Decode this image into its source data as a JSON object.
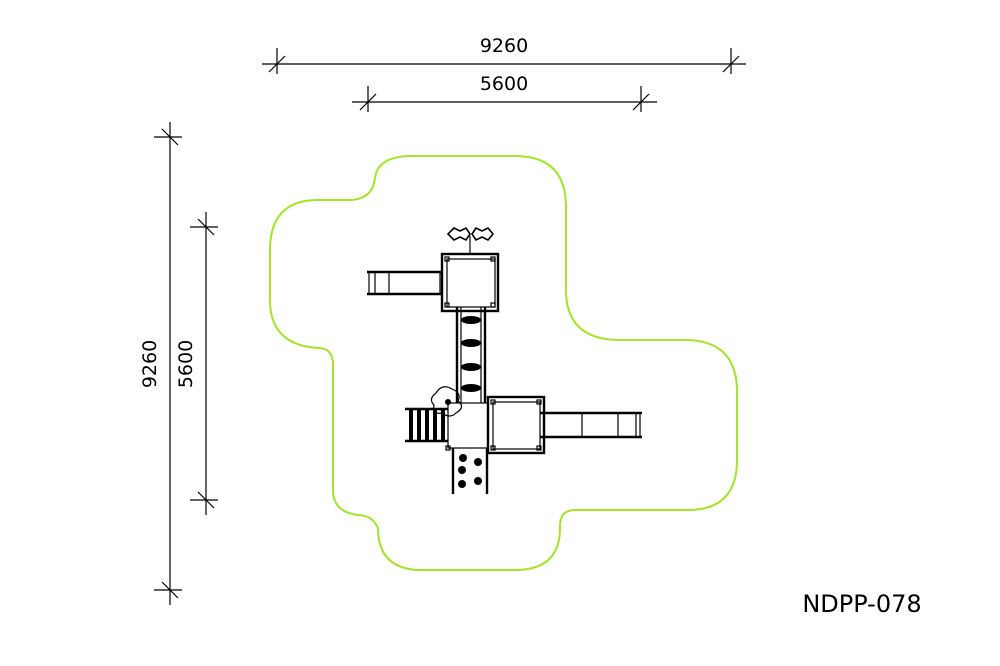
{
  "drawing": {
    "code": "NDPP-078",
    "dimensions": {
      "overall_width": "9260",
      "equipment_width": "5600",
      "overall_length": "9260",
      "equipment_length": "5600"
    },
    "colors": {
      "safety_zone": "#a6e22e",
      "linework": "#000000"
    }
  }
}
